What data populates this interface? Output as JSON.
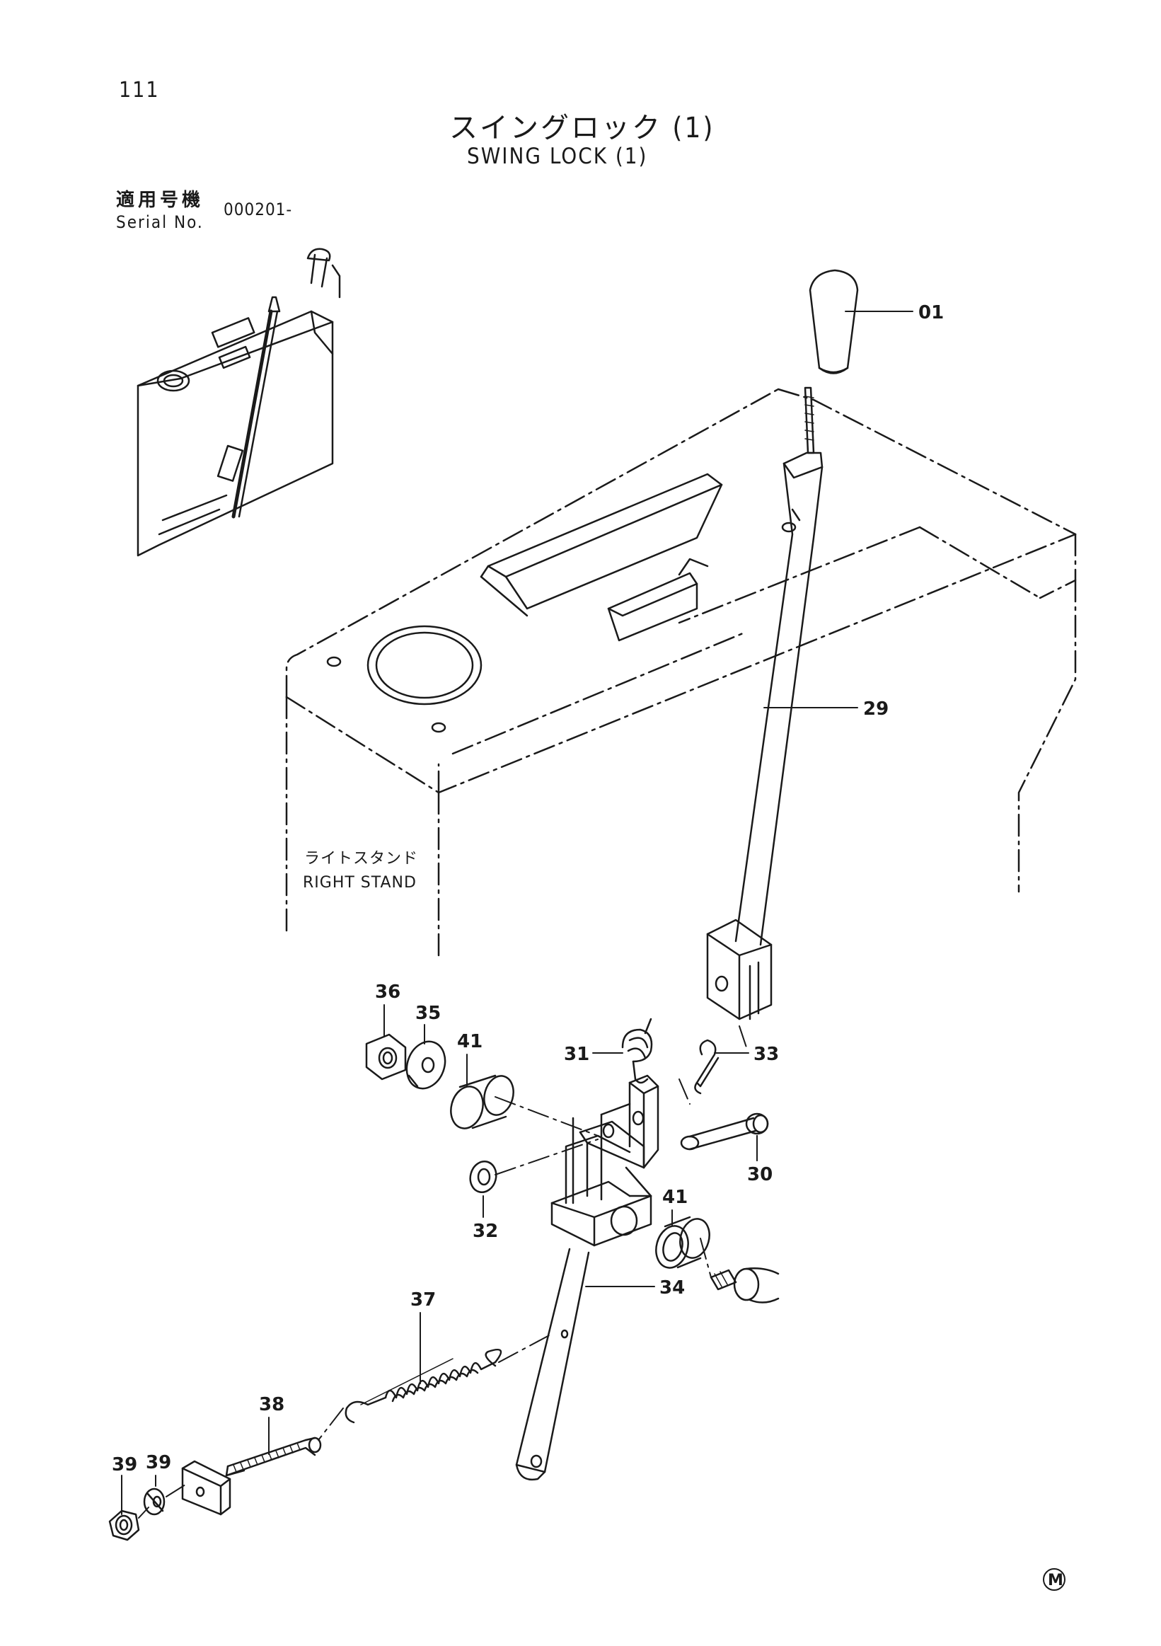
{
  "page_number": "111",
  "title_jp": "スイングロック (1)",
  "title_en": "SWING LOCK (1)",
  "serial": {
    "label_jp": "適用号機",
    "label_en": "Serial No.",
    "value": "000201-"
  },
  "stand_label": {
    "jp": "ライトスタンド",
    "en": "RIGHT STAND"
  },
  "callouts": {
    "c01": "01",
    "c29": "29",
    "c36": "36",
    "c35": "35",
    "c41a": "41",
    "c31": "31",
    "c33": "33",
    "c30": "30",
    "c32": "32",
    "c41b": "41",
    "c34": "34",
    "c37": "37",
    "c38": "38",
    "c39a": "39",
    "c39b": "39"
  },
  "corner_mark": "M"
}
